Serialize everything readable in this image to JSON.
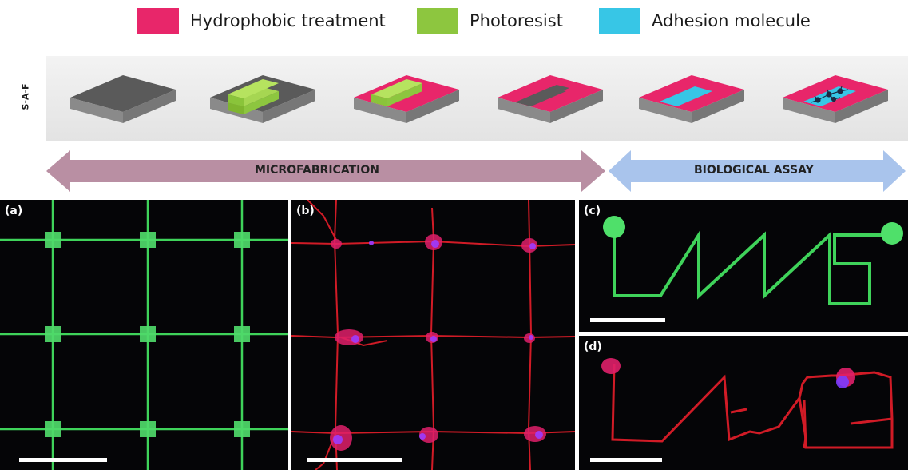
{
  "legend": [
    {
      "label": "Hydrophobic treatment",
      "color": "#e8266a"
    },
    {
      "label": "Photoresist",
      "color": "#8dc63f"
    },
    {
      "label": "Adhesion molecule",
      "color": "#37c6e6"
    }
  ],
  "process": {
    "row_label": "S-A-F",
    "steps": [
      {
        "name": "bare-substrate"
      },
      {
        "name": "photoresist-patterned"
      },
      {
        "name": "hydrophobic-treated"
      },
      {
        "name": "photoresist-removed"
      },
      {
        "name": "adhesion-molecule-added"
      },
      {
        "name": "cells-seeded"
      }
    ],
    "colors": {
      "substrate_top": "#5a5a5a",
      "substrate_side": "#8a8a8a",
      "cell": "#1b2a44"
    }
  },
  "arrows": {
    "microfabrication": {
      "label": "MICROFABRICATION",
      "color": "#b98fa3"
    },
    "biological_assay": {
      "label": "BIOLOGICAL ASSAY",
      "color": "#a9c4ec"
    }
  },
  "panels": {
    "a": {
      "label": "(a)"
    },
    "b": {
      "label": "(b)"
    },
    "c": {
      "label": "(c)"
    },
    "d": {
      "label": "(d)"
    }
  },
  "colors": {
    "green_pattern": "#3fd35a",
    "red_neurite": "#e81e2a",
    "nucleus": "#c23cff"
  }
}
